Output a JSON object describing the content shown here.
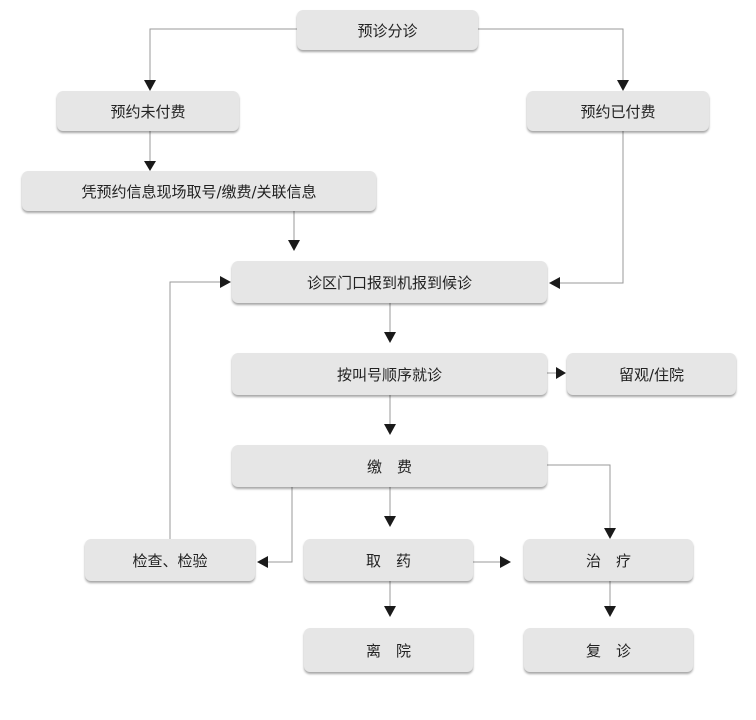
{
  "nodes": {
    "triage": "预诊分诊",
    "unpaid": "预约未付费",
    "paid": "预约已付费",
    "voucher": "凭预约信息现场取号/缴费/关联信息",
    "checkin": "诊区门口报到机报到候诊",
    "call": "按叫号顺序就诊",
    "observe": "留观/住院",
    "pay": "缴　费",
    "exam": "检查、检验",
    "medicine": "取　药",
    "treat": "治　疗",
    "discharge": "离　院",
    "followup": "复　诊"
  },
  "colors": {
    "node_fill": "#e6e6e6",
    "line": "#9a9a9a",
    "arrow": "#1a1a1a",
    "text": "#222222"
  },
  "edges": [
    {
      "from": "triage",
      "to": "unpaid"
    },
    {
      "from": "triage",
      "to": "paid"
    },
    {
      "from": "unpaid",
      "to": "voucher"
    },
    {
      "from": "voucher",
      "to": "checkin"
    },
    {
      "from": "paid",
      "to": "checkin"
    },
    {
      "from": "checkin",
      "to": "call"
    },
    {
      "from": "call",
      "to": "observe"
    },
    {
      "from": "call",
      "to": "pay"
    },
    {
      "from": "pay",
      "to": "exam"
    },
    {
      "from": "pay",
      "to": "medicine"
    },
    {
      "from": "pay",
      "to": "treat"
    },
    {
      "from": "exam",
      "to": "checkin"
    },
    {
      "from": "medicine",
      "to": "treat"
    },
    {
      "from": "medicine",
      "to": "discharge"
    },
    {
      "from": "treat",
      "to": "followup"
    }
  ]
}
